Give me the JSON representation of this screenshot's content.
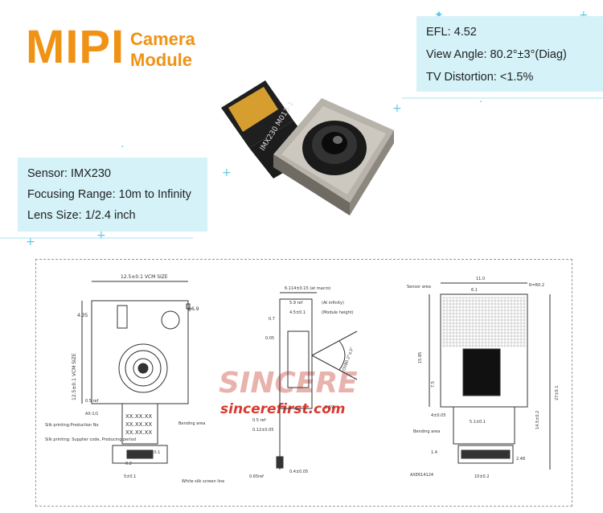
{
  "title": {
    "main": "MIPI",
    "sub_line1": "Camera",
    "sub_line2": "Module"
  },
  "specs_right": [
    "EFL: 4.52",
    "View Angle: 80.2°±3°(Diag)",
    "TV Distortion: <1.5%"
  ],
  "specs_left": [
    "Sensor: IMX230",
    "Focusing Range: 10m to Infinity",
    "Lens Size: 1/2.4 inch"
  ],
  "flex_label": "IMX230 M013-1",
  "watermark": {
    "logo": "SINCERE",
    "url": "sincerefirst.com"
  },
  "drawing": {
    "front": {
      "dim_top": "12.5±0.1 VCM SIZE",
      "dim_left": "12.5±0.1 VCM SIZE",
      "dim_hole": "ϕ6.9",
      "label_silk_prod": "Silk printing:Production No",
      "label_silk_supplier": "Silk printing: Supplier code, Producing period",
      "label_bending": "Bending area",
      "label_white_silk": "White silk screen line",
      "silk_text": "XX.XX.XX",
      "dim_small_a": "0.2",
      "dim_small_b": "2±0.1",
      "dim_small_c": "5±0.1",
      "dim_side": "4.35",
      "dim_side2": "0.5 ref",
      "ax_label": "AX-1/1"
    },
    "side": {
      "dim_macro": "6.114±0.15 (at macro)",
      "dim_infinity": "(At infinity)",
      "dim_ref": "5.9 ref",
      "dim_module": "(Module height)",
      "dim_45": "4.5±0.1",
      "dim_07": "0.7",
      "dim_005": "0.05",
      "dim_05ref": "0.5 ref",
      "dim_012": "0.12±0.05",
      "dim_159": "1.59",
      "dim_065": "0.65ref",
      "dim_04": "0.4±0.05",
      "fov": "FOV80.2°±3°"
    },
    "back": {
      "dim_top": "11.0",
      "dim_r": "R=R0.2",
      "dim_inner": "6.1",
      "dim_height": "15.85",
      "dim_mid": "7.5",
      "dim_total": "27±0.1",
      "dim_side": "14.5±0.2",
      "dim_bottom": "4±0.05",
      "dim_flex": "5.1±0.1",
      "dim_conn": "10±0.2",
      "label_bending": "Bending area",
      "conn_label": "AXE614124",
      "label_sensor": "Sensor area",
      "dim_left": "1.4",
      "dim_h2": "2.48"
    }
  },
  "colors": {
    "title": "#f09214",
    "spec_box": "#d4f2f8",
    "accent": "#5ec8e8",
    "watermark": "#d93a2f"
  }
}
